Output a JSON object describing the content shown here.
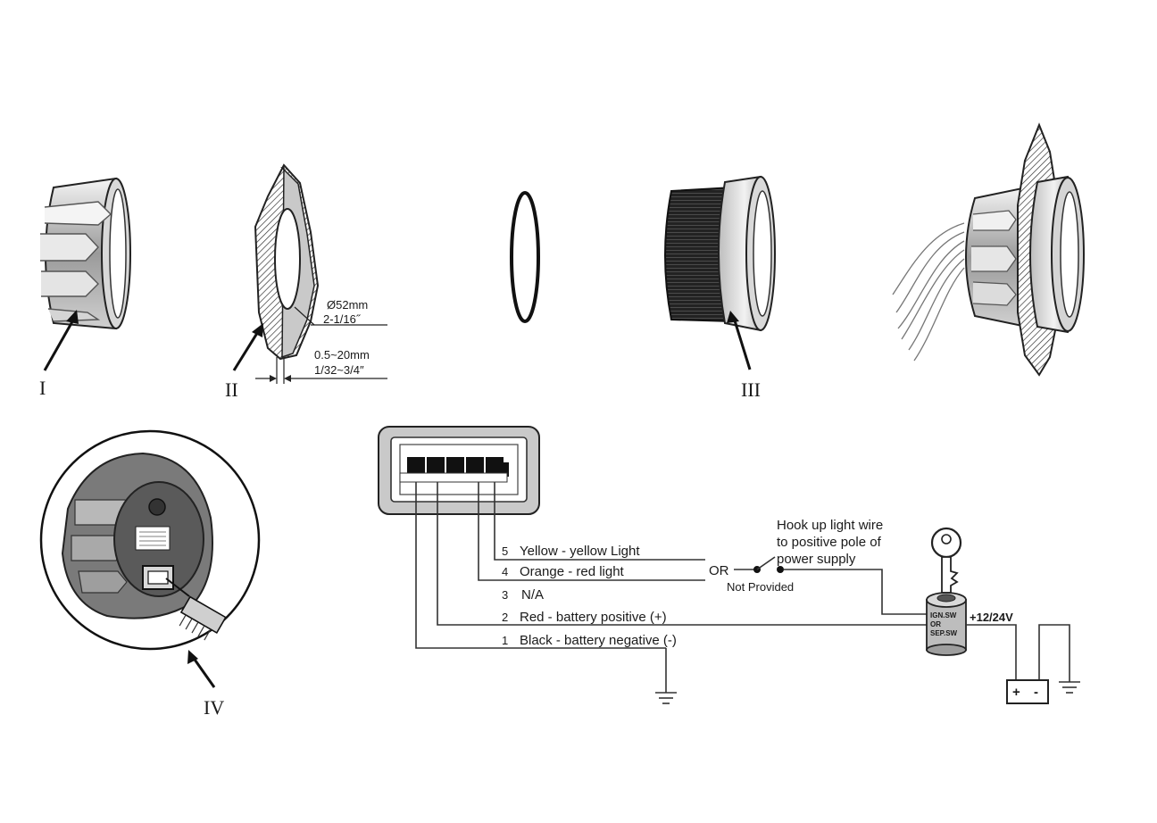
{
  "parts": {
    "part_1": "I",
    "part_2": "II",
    "part_3": "III",
    "part_4": "IV"
  },
  "dimensions": {
    "hole_mm": "Ø52mm",
    "hole_in": "2-1/16˝",
    "panel_mm": "0.5~20mm",
    "panel_in": "1/32~3/4″"
  },
  "wires": [
    {
      "num": "5",
      "label": "Yellow - yellow Light"
    },
    {
      "num": "4",
      "label": "Orange - red light"
    },
    {
      "num": "3",
      "label": "N/A"
    },
    {
      "num": "2",
      "label": "Red - battery positive (+)"
    },
    {
      "num": "1",
      "label": "Black - battery negative (-)"
    }
  ],
  "switch": {
    "or_label": "OR",
    "not_provided": "Not Provided"
  },
  "note": {
    "line1": "Hook up light wire",
    "line2": "to positive pole of",
    "line3": "power supply"
  },
  "ignition": {
    "line1": "IGN.SW",
    "line2": "OR",
    "line3": "SEP.SW"
  },
  "power": {
    "voltage": "+12/24V",
    "plus": "+",
    "minus": "-"
  },
  "colors": {
    "line": "#222222",
    "metal_light": "#e6e6e6",
    "metal_mid": "#b0b0b0",
    "metal_dark": "#6e6e6e",
    "connector_fill": "#c9c9c9"
  }
}
